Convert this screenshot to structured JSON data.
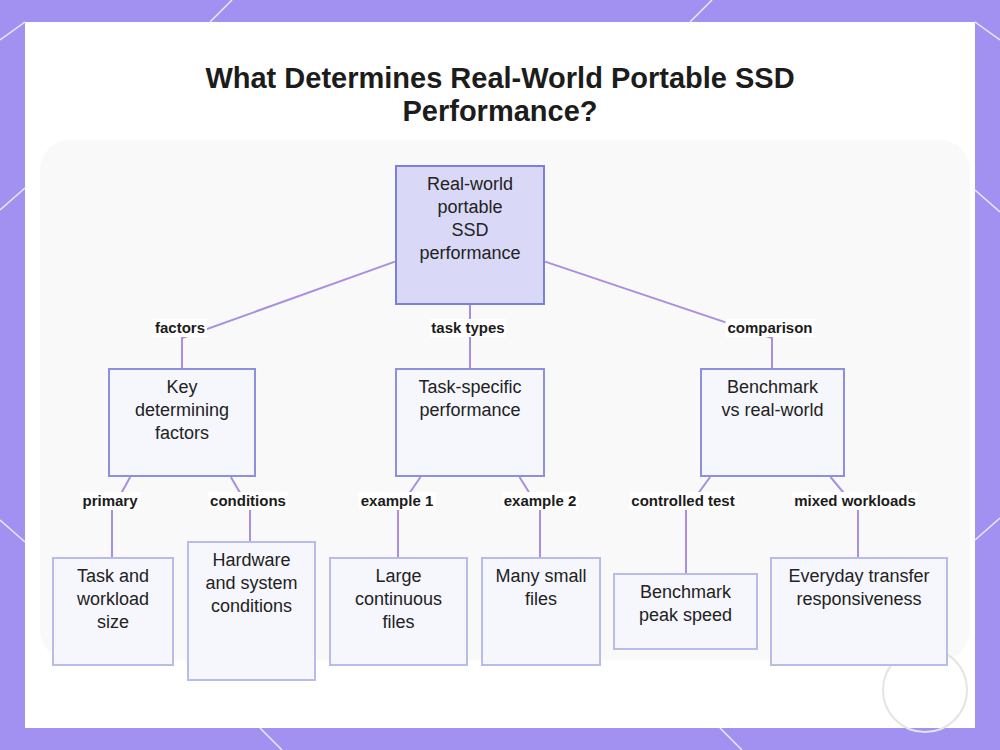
{
  "diagram": {
    "title": "What Determines Real-World Portable SSD Performance?",
    "nodes": [
      {
        "text": [
          "Real-world portable SSD performance"
        ]
      },
      {
        "text": [
          "Key determining factors"
        ]
      },
      {
        "text": [
          "Task-specific performance"
        ]
      },
      {
        "text": [
          "Benchmark vs real-world"
        ]
      },
      {
        "text": [
          "Task and workload size"
        ]
      },
      {
        "text": [
          "Hardware and system conditions"
        ]
      },
      {
        "text": [
          "Large continuous files"
        ]
      },
      {
        "text": [
          "Many small files"
        ]
      },
      {
        "text": [
          "Benchmark peak speed"
        ]
      },
      {
        "text": [
          "Everyday transfer responsiveness"
        ]
      }
    ],
    "edges": [
      {
        "from": 0,
        "to": 1,
        "label": "factors",
        "arrow": "none"
      },
      {
        "from": 0,
        "to": 2,
        "label": "task types",
        "arrow": "none"
      },
      {
        "from": 0,
        "to": 3,
        "label": "comparison",
        "arrow": "none"
      },
      {
        "from": 1,
        "to": 4,
        "label": "primary",
        "arrow": "none"
      },
      {
        "from": 1,
        "to": 5,
        "label": "conditions",
        "arrow": "none"
      },
      {
        "from": 2,
        "to": 6,
        "label": "example 1",
        "arrow": "none"
      },
      {
        "from": 2,
        "to": 7,
        "label": "example 2",
        "arrow": "none"
      },
      {
        "from": 3,
        "to": 8,
        "label": "controlled test",
        "arrow": "none"
      },
      {
        "from": 3,
        "to": 9,
        "label": "mixed workloads",
        "arrow": "none"
      }
    ]
  }
}
